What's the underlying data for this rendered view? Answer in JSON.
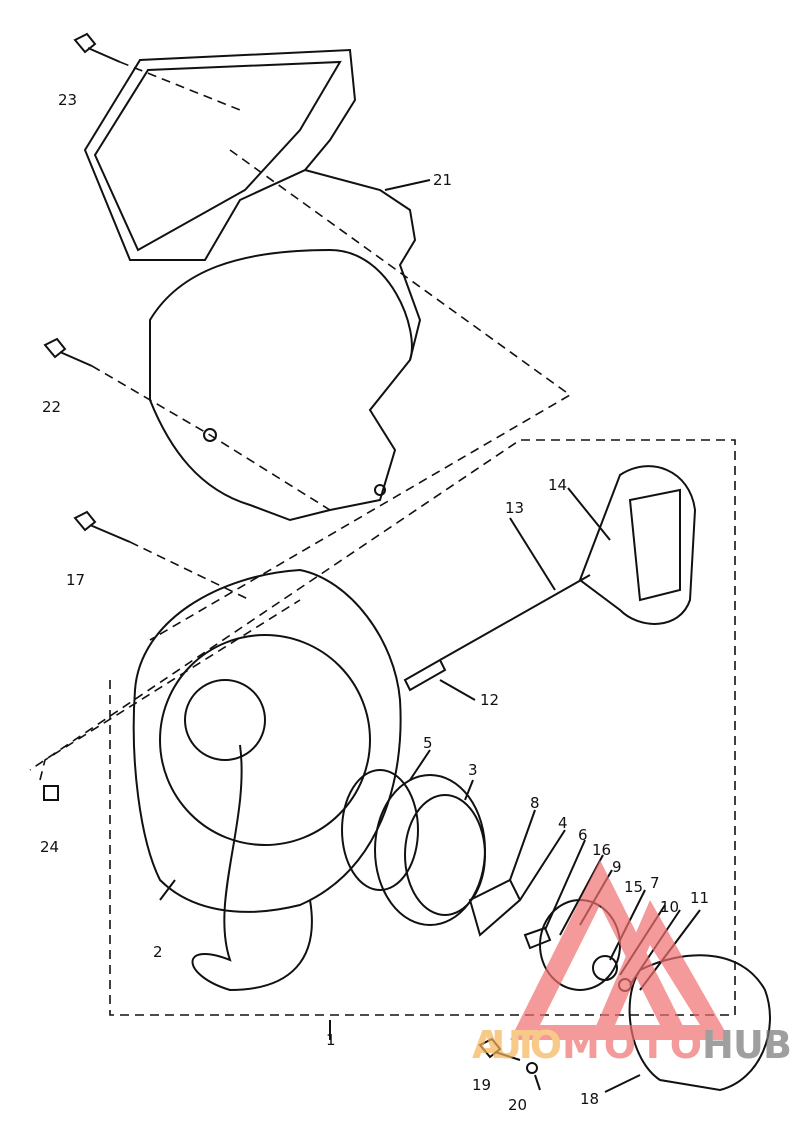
{
  "diagram": {
    "type": "exploded-parts-diagram",
    "callouts": [
      {
        "id": "p23",
        "text": "23"
      },
      {
        "id": "p21",
        "text": "21"
      },
      {
        "id": "p22",
        "text": "22"
      },
      {
        "id": "p17",
        "text": "17"
      },
      {
        "id": "p14",
        "text": "14"
      },
      {
        "id": "p13",
        "text": "13"
      },
      {
        "id": "p12",
        "text": "12"
      },
      {
        "id": "p5",
        "text": "5"
      },
      {
        "id": "p3",
        "text": "3"
      },
      {
        "id": "p24",
        "text": "24"
      },
      {
        "id": "p8",
        "text": "8"
      },
      {
        "id": "p4",
        "text": "4"
      },
      {
        "id": "p6",
        "text": "6"
      },
      {
        "id": "p16",
        "text": "16"
      },
      {
        "id": "p9",
        "text": "9"
      },
      {
        "id": "p15",
        "text": "15"
      },
      {
        "id": "p7",
        "text": "7"
      },
      {
        "id": "p10",
        "text": "10"
      },
      {
        "id": "p11",
        "text": "11"
      },
      {
        "id": "p2",
        "text": "2"
      },
      {
        "id": "p1",
        "text": "1"
      },
      {
        "id": "p19",
        "text": "19"
      },
      {
        "id": "p20",
        "text": "20"
      },
      {
        "id": "p18",
        "text": "18"
      }
    ]
  },
  "watermark": {
    "part1": "AUTO",
    "part2": "MOTO",
    "part3": "HUB",
    "color1": "#f5b55a",
    "color2": "#f07070",
    "color3": "#888888"
  }
}
